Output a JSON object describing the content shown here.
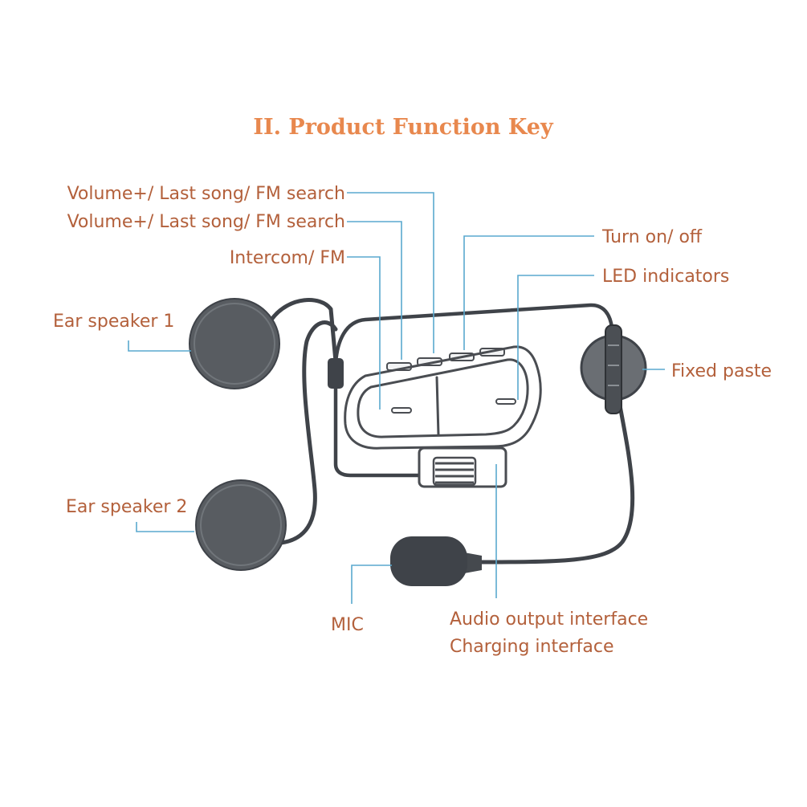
{
  "title": "II. Product Function Key",
  "labels": {
    "volume_1": "Volume+/ Last song/ FM search",
    "volume_2": "Volume+/ Last song/ FM search",
    "intercom": "Intercom/ FM",
    "turn_on_off": "Turn on/ off",
    "led": "LED indicators",
    "ear_speaker_1": "Ear speaker 1",
    "ear_speaker_2": "Ear speaker 2",
    "fixed_paste": "Fixed paste",
    "mic": "MIC",
    "audio_output": "Audio output interface",
    "charging": "Charging interface"
  },
  "colors": {
    "title": "#e8884e",
    "label": "#b3603b",
    "leader": "#5aa9cf",
    "cable": "#3f4349",
    "speaker_fill": "#585c61",
    "device_outline": "#4a4d52",
    "device_fill": "#f2f3f4"
  }
}
